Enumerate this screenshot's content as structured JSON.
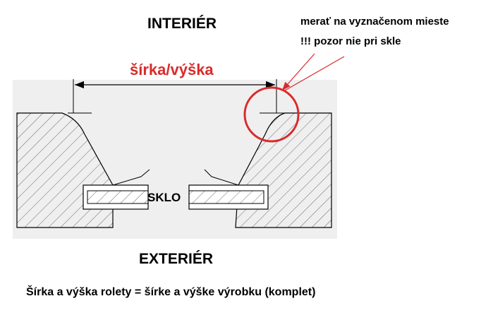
{
  "labels": {
    "interior": "INTERIÉR",
    "exterior": "EXTERIÉR",
    "dimension": "šírka/výška",
    "glass": "SKLO",
    "note_line1": "merať na vyznačenom mieste",
    "note_line2": "!!! pozor nie pri skle",
    "footer": "Šírka a výška rolety = šírke a výške výrobku (komplet)"
  },
  "colors": {
    "accent": "#d92b2b",
    "text": "#000000",
    "panel": "#efefef",
    "hatch": "#555555"
  }
}
